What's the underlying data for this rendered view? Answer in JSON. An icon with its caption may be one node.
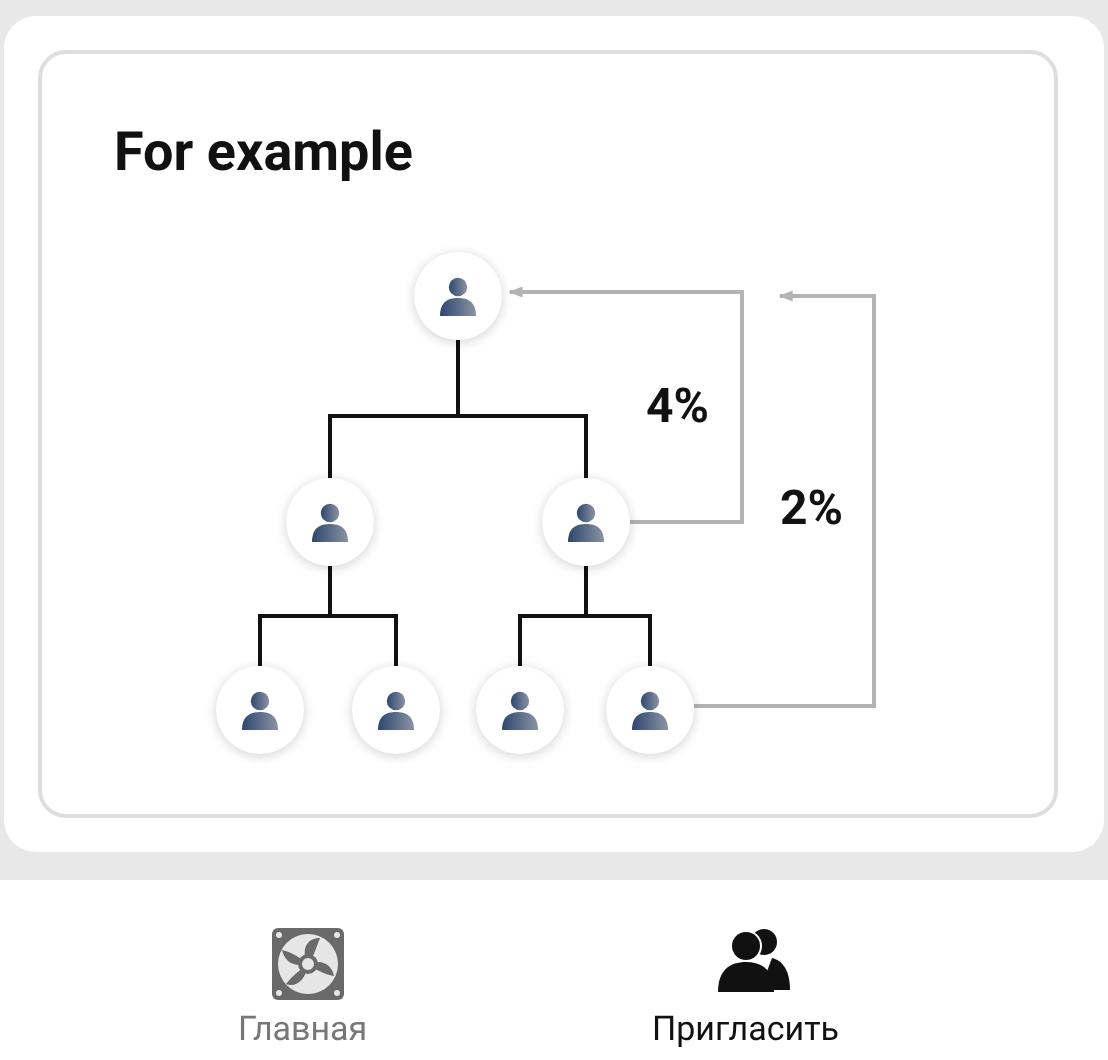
{
  "diagram": {
    "title": "For example",
    "nodes": [
      {
        "text": [],
        "shape": "person"
      },
      {
        "text": [],
        "shape": "person"
      },
      {
        "text": [],
        "shape": "person"
      },
      {
        "text": [],
        "shape": "person"
      },
      {
        "text": [],
        "shape": "person"
      },
      {
        "text": [],
        "shape": "person"
      },
      {
        "text": [],
        "shape": "person"
      }
    ],
    "edges": [
      {
        "from": 0,
        "to": 1,
        "arrow": "none"
      },
      {
        "from": 0,
        "to": 2,
        "arrow": "none"
      },
      {
        "from": 1,
        "to": 3,
        "arrow": "none"
      },
      {
        "from": 1,
        "to": 4,
        "arrow": "none"
      },
      {
        "from": 2,
        "to": 5,
        "arrow": "none"
      },
      {
        "from": 2,
        "to": 6,
        "arrow": "none"
      },
      {
        "from": 2,
        "to": 0,
        "arrow": "to",
        "color": "#b3b3b3"
      },
      {
        "from": 6,
        "to": null,
        "arrow": "to",
        "color": "#b3b3b3"
      }
    ],
    "labels": [
      "4%",
      "2%",
      "Главная",
      "Пригласить"
    ]
  }
}
